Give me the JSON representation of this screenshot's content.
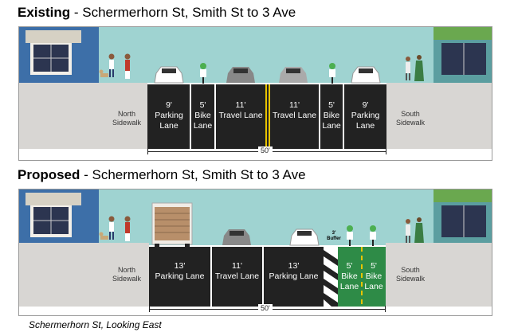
{
  "existing": {
    "title_bold": "Existing",
    "title_rest": " - Schermerhorn St, Smith St to 3 Ave",
    "north_sidewalk": [
      "North",
      "Sidewalk"
    ],
    "south_sidewalk": [
      "South",
      "Sidewalk"
    ],
    "lanes": [
      {
        "width": "9'",
        "name": [
          "Parking",
          "Lane"
        ]
      },
      {
        "width": "5'",
        "name": [
          "Bike",
          "Lane"
        ]
      },
      {
        "width": "11'",
        "name": [
          "Travel Lane"
        ]
      },
      {
        "width": "11'",
        "name": [
          "Travel Lane"
        ]
      },
      {
        "width": "5'",
        "name": [
          "Bike",
          "Lane"
        ]
      },
      {
        "width": "9'",
        "name": [
          "Parking",
          "Lane"
        ]
      }
    ],
    "total_width": "50'"
  },
  "proposed": {
    "title_bold": "Proposed",
    "title_rest": " - Schermerhorn St, Smith St to 3 Ave",
    "north_sidewalk": [
      "North",
      "Sidewalk"
    ],
    "south_sidewalk": [
      "South",
      "Sidewalk"
    ],
    "lanes": [
      {
        "width": "13'",
        "name": [
          "Parking Lane"
        ]
      },
      {
        "width": "11'",
        "name": [
          "Travel Lane"
        ]
      },
      {
        "width": "13'",
        "name": [
          "Parking Lane"
        ]
      },
      {
        "width": "5'",
        "name": [
          "Bike",
          "Lane"
        ]
      },
      {
        "width": "5'",
        "name": [
          "Bike",
          "Lane"
        ]
      }
    ],
    "buffer_label": "3' Buffer",
    "total_width": "50'"
  },
  "caption": "Schermerhorn St, Looking East",
  "colors": {
    "sky": "#9fd3d1",
    "road": "#222222",
    "bike_lane_green": "#2e8b47",
    "sidewalk": "#d8d6d3",
    "double_yellow": "#e8c400"
  }
}
